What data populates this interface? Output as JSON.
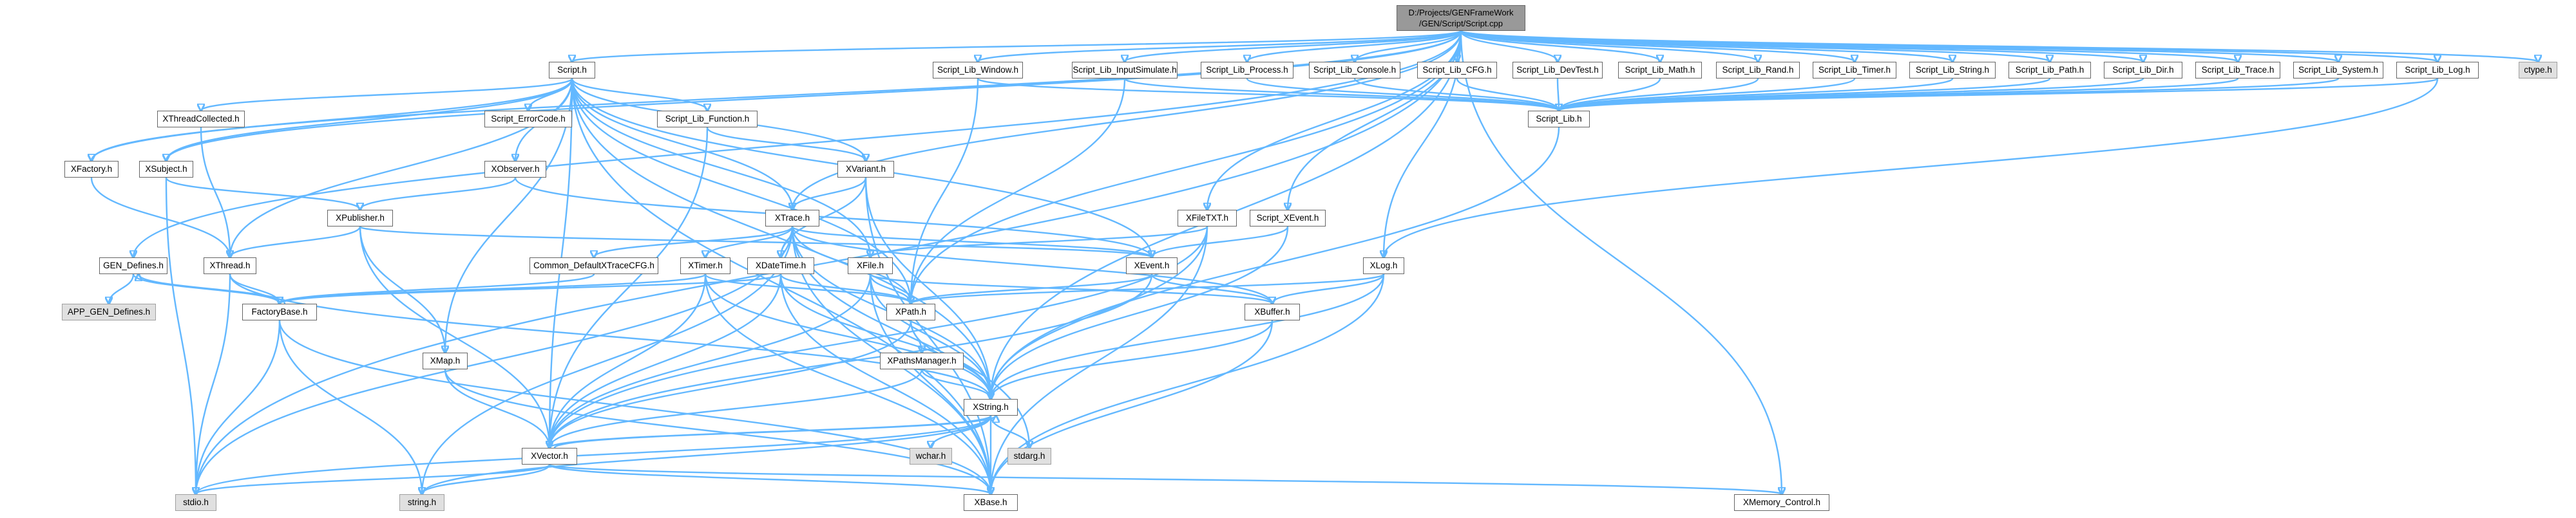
{
  "colors": {
    "edge": "#63b8ff",
    "node_fill": "#ffffff",
    "node_border": "#666666",
    "external_fill": "#e0e0e0",
    "root_fill": "#999999"
  },
  "nodes": [
    {
      "id": "script_cpp",
      "label": "D:/Projects/GENFrameWork",
      "label2": "/GEN/Script/Script.cpp",
      "kind": "root"
    },
    {
      "id": "ctype_h",
      "label": "ctype.h",
      "kind": "external"
    },
    {
      "id": "script_h",
      "label": "Script.h",
      "kind": "file"
    },
    {
      "id": "lib_window",
      "label": "Script_Lib_Window.h",
      "kind": "file"
    },
    {
      "id": "lib_inputsim",
      "label": "Script_Lib_InputSimulate.h",
      "kind": "file"
    },
    {
      "id": "lib_process",
      "label": "Script_Lib_Process.h",
      "kind": "file"
    },
    {
      "id": "lib_console",
      "label": "Script_Lib_Console.h",
      "kind": "file"
    },
    {
      "id": "lib_cfg",
      "label": "Script_Lib_CFG.h",
      "kind": "file"
    },
    {
      "id": "lib_devtest",
      "label": "Script_Lib_DevTest.h",
      "kind": "file"
    },
    {
      "id": "lib_math",
      "label": "Script_Lib_Math.h",
      "kind": "file"
    },
    {
      "id": "lib_rand",
      "label": "Script_Lib_Rand.h",
      "kind": "file"
    },
    {
      "id": "lib_timer",
      "label": "Script_Lib_Timer.h",
      "kind": "file"
    },
    {
      "id": "lib_string",
      "label": "Script_Lib_String.h",
      "kind": "file"
    },
    {
      "id": "lib_path",
      "label": "Script_Lib_Path.h",
      "kind": "file"
    },
    {
      "id": "lib_dir",
      "label": "Script_Lib_Dir.h",
      "kind": "file"
    },
    {
      "id": "lib_trace",
      "label": "Script_Lib_Trace.h",
      "kind": "file"
    },
    {
      "id": "lib_system",
      "label": "Script_Lib_System.h",
      "kind": "file"
    },
    {
      "id": "lib_log",
      "label": "Script_Lib_Log.h",
      "kind": "file"
    },
    {
      "id": "script_lib",
      "label": "Script_Lib.h",
      "kind": "file"
    },
    {
      "id": "xthreadcollected",
      "label": "XThreadCollected.h",
      "kind": "file"
    },
    {
      "id": "script_errorcode",
      "label": "Script_ErrorCode.h",
      "kind": "file"
    },
    {
      "id": "lib_function",
      "label": "Script_Lib_Function.h",
      "kind": "file"
    },
    {
      "id": "xfactory",
      "label": "XFactory.h",
      "kind": "file"
    },
    {
      "id": "xsubject",
      "label": "XSubject.h",
      "kind": "file"
    },
    {
      "id": "xobserver",
      "label": "XObserver.h",
      "kind": "file"
    },
    {
      "id": "xvariant",
      "label": "XVariant.h",
      "kind": "file"
    },
    {
      "id": "xpublisher",
      "label": "XPublisher.h",
      "kind": "file"
    },
    {
      "id": "xtrace",
      "label": "XTrace.h",
      "kind": "file"
    },
    {
      "id": "xfiletxt",
      "label": "XFileTXT.h",
      "kind": "file"
    },
    {
      "id": "script_xevent",
      "label": "Script_XEvent.h",
      "kind": "file"
    },
    {
      "id": "gen_defines",
      "label": "GEN_Defines.h",
      "kind": "file"
    },
    {
      "id": "xthread",
      "label": "XThread.h",
      "kind": "file"
    },
    {
      "id": "common_default",
      "label": "Common_DefaultXTraceCFG.h",
      "kind": "file"
    },
    {
      "id": "xtimer",
      "label": "XTimer.h",
      "kind": "file"
    },
    {
      "id": "xdatetime",
      "label": "XDateTime.h",
      "kind": "file"
    },
    {
      "id": "xfile",
      "label": "XFile.h",
      "kind": "file"
    },
    {
      "id": "xevent",
      "label": "XEvent.h",
      "kind": "file"
    },
    {
      "id": "xlog",
      "label": "XLog.h",
      "kind": "file"
    },
    {
      "id": "app_gen_defines",
      "label": "APP_GEN_Defines.h",
      "kind": "external"
    },
    {
      "id": "factorybase",
      "label": "FactoryBase.h",
      "kind": "file"
    },
    {
      "id": "xpath",
      "label": "XPath.h",
      "kind": "file"
    },
    {
      "id": "xbuffer",
      "label": "XBuffer.h",
      "kind": "file"
    },
    {
      "id": "xmap",
      "label": "XMap.h",
      "kind": "file"
    },
    {
      "id": "xpathsmanager",
      "label": "XPathsManager.h",
      "kind": "file"
    },
    {
      "id": "xstring",
      "label": "XString.h",
      "kind": "file"
    },
    {
      "id": "wchar_h",
      "label": "wchar.h",
      "kind": "external"
    },
    {
      "id": "stdarg_h",
      "label": "stdarg.h",
      "kind": "external"
    },
    {
      "id": "xvector",
      "label": "XVector.h",
      "kind": "file"
    },
    {
      "id": "xmemory_control",
      "label": "XMemory_Control.h",
      "kind": "file"
    },
    {
      "id": "stdio_h",
      "label": "stdio.h",
      "kind": "external"
    },
    {
      "id": "string_h",
      "label": "string.h",
      "kind": "external"
    },
    {
      "id": "xbase",
      "label": "XBase.h",
      "kind": "file"
    }
  ]
}
